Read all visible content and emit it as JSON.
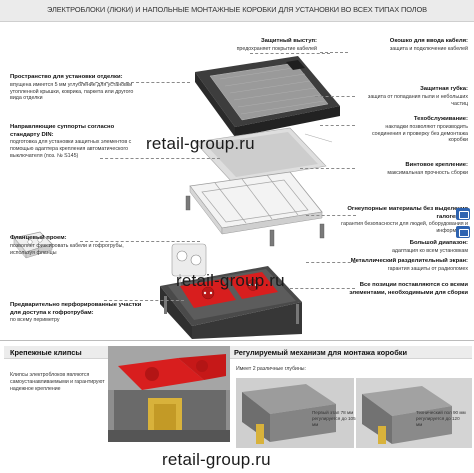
{
  "header": {
    "title": "ЭЛЕКТРОБЛОКИ (ЛЮКИ) И НАПОЛЬНЫЕ МОНТАЖНЫЕ КОРОБКИ ДЛЯ УСТАНОВКИ ВО ВСЕХ ТИПАХ ПОЛОВ"
  },
  "watermark": "retail-group.ru",
  "left_callouts": [
    {
      "title": "Пространство для установки отделки:",
      "desc": "впущена имеется 5 мм углубление для установки утопленной крышки, коврика, паркета или другого вида отделки"
    },
    {
      "title": "Направляющие суппорты согласно стандарту DIN:",
      "desc": "подготовка для установки защитных элементов с помощью адаптера крепления автоматического выключателя (поз. № S145)"
    },
    {
      "title": "Фланцевый проем:",
      "desc": "позволяет фиксировать кабели и гофрогрубы, используя фланцы"
    },
    {
      "title": "Предварительно перфорированные участки для доступа к гофротрубам:",
      "desc": "по всему периметру"
    }
  ],
  "center_callouts": [
    {
      "title": "Защитный выступ:",
      "desc": "предохраняет покрытие кабелей"
    }
  ],
  "right_callouts": [
    {
      "title": "Окошко для ввода кабеля:",
      "desc": "защита и подключение кабелей"
    },
    {
      "title": "Защитная губка:",
      "desc": "защита от попадания пыли и небольших частиц"
    },
    {
      "title": "Техобслуживание:",
      "desc": "накладки позволяют производить соединения и проверку без демонтажа коробки"
    },
    {
      "title": "Винтовое крепление:",
      "desc": "максимальная прочность сборки"
    },
    {
      "title": "Огнеупорные материалы без выделения галогенов:",
      "desc": "гарантия безопасности для людей, оборудования и информации"
    },
    {
      "title": "Большой диапазон:",
      "desc": "адаптация ко всем установкам"
    },
    {
      "title": "Металлический разделительный экран:",
      "desc": "гарантия защиты от радиопомех"
    },
    {
      "title": "Все позиции поставляются со всеми элементами, необходимыми для сборки",
      "desc": ""
    }
  ],
  "bottom_left": {
    "title": "Крепежные клипсы",
    "desc": "Клипсы электроблоков являются самоустанавливаемыми и гарантируют надежное крепление"
  },
  "bottom_right": {
    "title": "Регулируемый механизм для монтажа коробки",
    "desc": "Имеет 2 различные глубины:",
    "depth1": "Первый этап 78 мм регулируется до 105 мм",
    "depth2": "Технический пол 90 мм регулируется до 120 мм"
  },
  "colors": {
    "accent_red": "#d81e1e",
    "dark_gray": "#3b3b3b",
    "icon_blue": "#2e63b0"
  }
}
